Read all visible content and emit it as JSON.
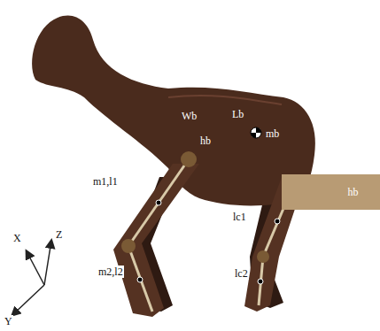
{
  "diagram": {
    "nodes": [
      {
        "text": [
          "hb"
        ]
      }
    ],
    "labels": [
      "Wb",
      "hb",
      "Lb",
      "mb",
      "m1,l1",
      "m2,l2",
      "lc1",
      "lc2",
      "X",
      "Y",
      "Z"
    ]
  }
}
